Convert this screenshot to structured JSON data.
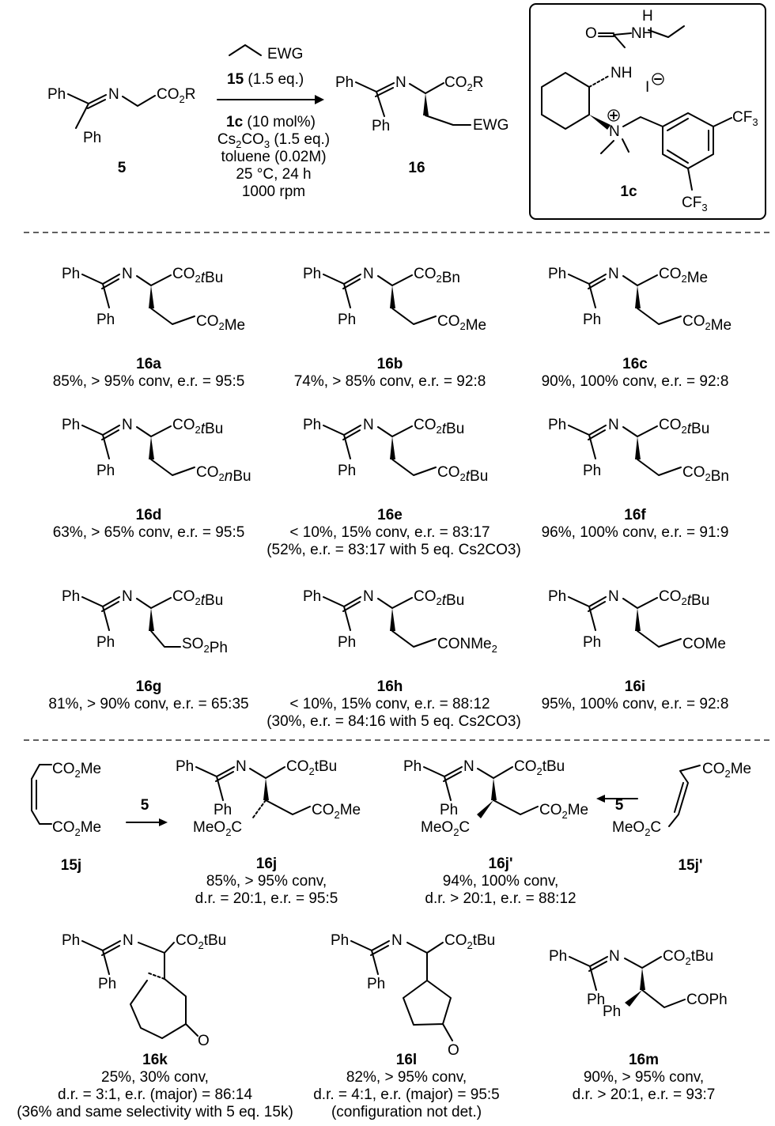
{
  "reaction": {
    "reagent_ewg": "EWG",
    "reagent_count": "15",
    "reagent_eq": " (1.5 eq.)",
    "catalyst": "1c",
    "catalyst_loading": " (10 mol%)",
    "base": "Cs2CO3 (1.5 eq.)",
    "solvent": "toluene (0.02M)",
    "temp_time": "25 °C, 24 h",
    "stirring": "1000 rpm",
    "sm_label": "5",
    "product_label": "16",
    "catalyst_label": "1c",
    "counterion": "I"
  },
  "atoms": {
    "ph": "Ph",
    "n": "N",
    "nh": "NH",
    "h": "H",
    "o": "O",
    "cf3": "CF3",
    "ewg": "EWG",
    "co2r": "CO2R"
  },
  "entries": [
    {
      "id": "16a",
      "group1": "CO2tBu",
      "group2": "CO2Me",
      "result": "85%, > 95% conv, e.r. = 95:5"
    },
    {
      "id": "16b",
      "group1": "CO2Bn",
      "group2": "CO2Me",
      "result": "74%, > 85% conv, e.r. = 92:8"
    },
    {
      "id": "16c",
      "group1": "CO2Me",
      "group2": "CO2Me",
      "result": "90%, 100% conv, e.r. = 92:8"
    },
    {
      "id": "16d",
      "group1": "CO2tBu",
      "group2": "CO2nBu",
      "result": "63%, > 65% conv, e.r. = 95:5"
    },
    {
      "id": "16e",
      "group1": "CO2tBu",
      "group2": "CO2tBu",
      "result": "< 10%, 15% conv, e.r. = 83:17",
      "note": "(52%, e.r. = 83:17 with 5 eq. Cs2CO3)"
    },
    {
      "id": "16f",
      "group1": "CO2tBu",
      "group2": "CO2Bn",
      "result": "96%, 100% conv, e.r. = 91:9"
    },
    {
      "id": "16g",
      "group1": "CO2tBu",
      "group2": "SO2Ph",
      "result": "81%, > 90% conv, e.r. = 65:35"
    },
    {
      "id": "16h",
      "group1": "CO2tBu",
      "group2": "CONMe2",
      "result": "< 10%, 15% conv, e.r. = 88:12",
      "note": "(30%, e.r. = 84:16 with 5 eq. Cs2CO3)"
    },
    {
      "id": "16i",
      "group1": "CO2tBu",
      "group2": "COMe",
      "result": "95%, 100% conv, e.r. = 92:8"
    }
  ],
  "bottom": {
    "reagent_15j": "15j",
    "reagent_15jp": "15j'",
    "arrow_label": "5",
    "ester": "CO2Me",
    "ester_left": "MeO2C",
    "p16j": {
      "id": "16j",
      "line1": "85%, > 95% conv,",
      "line2": "d.r. = 20:1, e.r. = 95:5"
    },
    "p16jp": {
      "id": "16j'",
      "line1": "94%, 100% conv,",
      "line2": "d.r. > 20:1, e.r. = 88:12"
    },
    "p16k": {
      "id": "16k",
      "line1": "25%, 30% conv,",
      "line2": "d.r. = 3:1, e.r. (major) = 86:14",
      "line3": "(36% and same selectivity with 5 eq. 15k)"
    },
    "p16l": {
      "id": "16l",
      "line1": "82%, > 95% conv,",
      "line2": "d.r. = 4:1, e.r. (major) = 95:5",
      "line3": "(configuration not det.)"
    },
    "p16m": {
      "id": "16m",
      "line1": "90%, > 95% conv,",
      "line2": "d.r. > 20:1, e.r. = 93:7",
      "group": "COPh"
    }
  }
}
